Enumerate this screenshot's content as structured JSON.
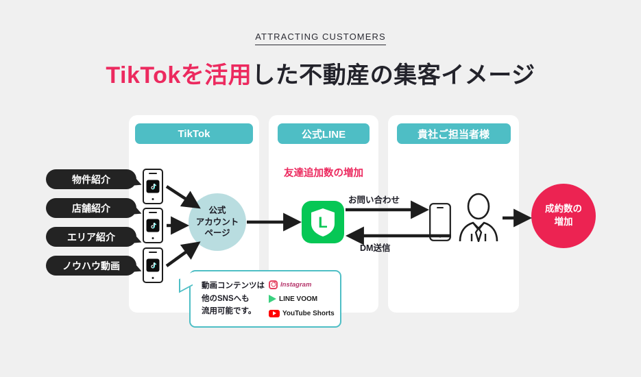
{
  "header": {
    "eyebrow": "ATTRACTING CUSTOMERS",
    "headline_accent": "TikTokを活用",
    "headline_rest": "した不動産の集客イメージ"
  },
  "colors": {
    "background": "#f0f0f0",
    "panel": "#ffffff",
    "teal": "#4ebec5",
    "accent_pink": "#ec2a5f",
    "result_pink": "#ec2352",
    "circle_blue": "#b9dde0",
    "line_green": "#06c755",
    "pill_black": "#232323"
  },
  "panels": [
    {
      "id": "tiktok",
      "header": "TikTok"
    },
    {
      "id": "line",
      "header": "公式LINE"
    },
    {
      "id": "staff",
      "header": "貴社ご担当者様"
    }
  ],
  "source_pills": [
    {
      "label": "物件紹介"
    },
    {
      "label": "店舗紹介"
    },
    {
      "label": "エリア紹介"
    },
    {
      "label": "ノウハウ動画"
    }
  ],
  "phones": [
    {
      "app_icon": "tiktok-icon"
    },
    {
      "app_icon": "tiktok-icon"
    },
    {
      "app_icon": "tiktok-icon"
    }
  ],
  "account_circle": {
    "line1": "公式",
    "line2": "アカウント",
    "line3": "ページ"
  },
  "line_section": {
    "boost_label": "友達追加数の増加",
    "icon_name": "line-official-account-icon",
    "icon_letter": "L"
  },
  "flow_labels": {
    "inquiry": "お問い合わせ",
    "dm": "DM送信"
  },
  "staff_section": {
    "phone_icon": "smartphone-icon",
    "person_icon": "business-person-icon"
  },
  "result_circle": {
    "line1": "成約数の",
    "line2": "増加"
  },
  "callout": {
    "text_line1": "動画コンテンツは",
    "text_line2": "他のSNSへも",
    "text_line3": "流用可能です。",
    "logos": [
      {
        "name": "instagram-logo",
        "label": "Instagram"
      },
      {
        "name": "line-voom-logo",
        "label": "LINE VOOM"
      },
      {
        "name": "youtube-shorts-logo",
        "label": "YouTube Shorts"
      }
    ]
  }
}
